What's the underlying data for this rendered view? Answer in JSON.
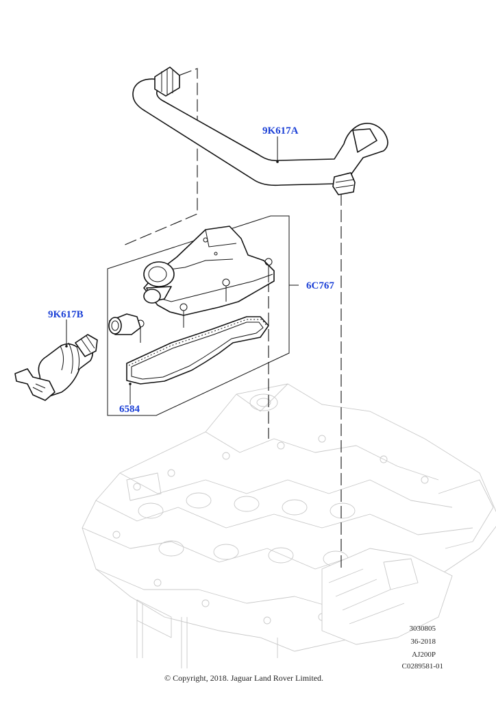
{
  "callouts": {
    "hose_upper": "9K617A",
    "cover": "6C767",
    "hose_lower": "9K617B",
    "gasket": "6584"
  },
  "reference_block": [
    "3030805",
    "36-2018",
    "AJ200P",
    "C0289581-01"
  ],
  "copyright": "© Copyright, 2018. Jaguar Land Rover Limited.",
  "colors": {
    "callout": "#1a3fd6",
    "line": "#111111",
    "engine": "#c8c8c8"
  }
}
